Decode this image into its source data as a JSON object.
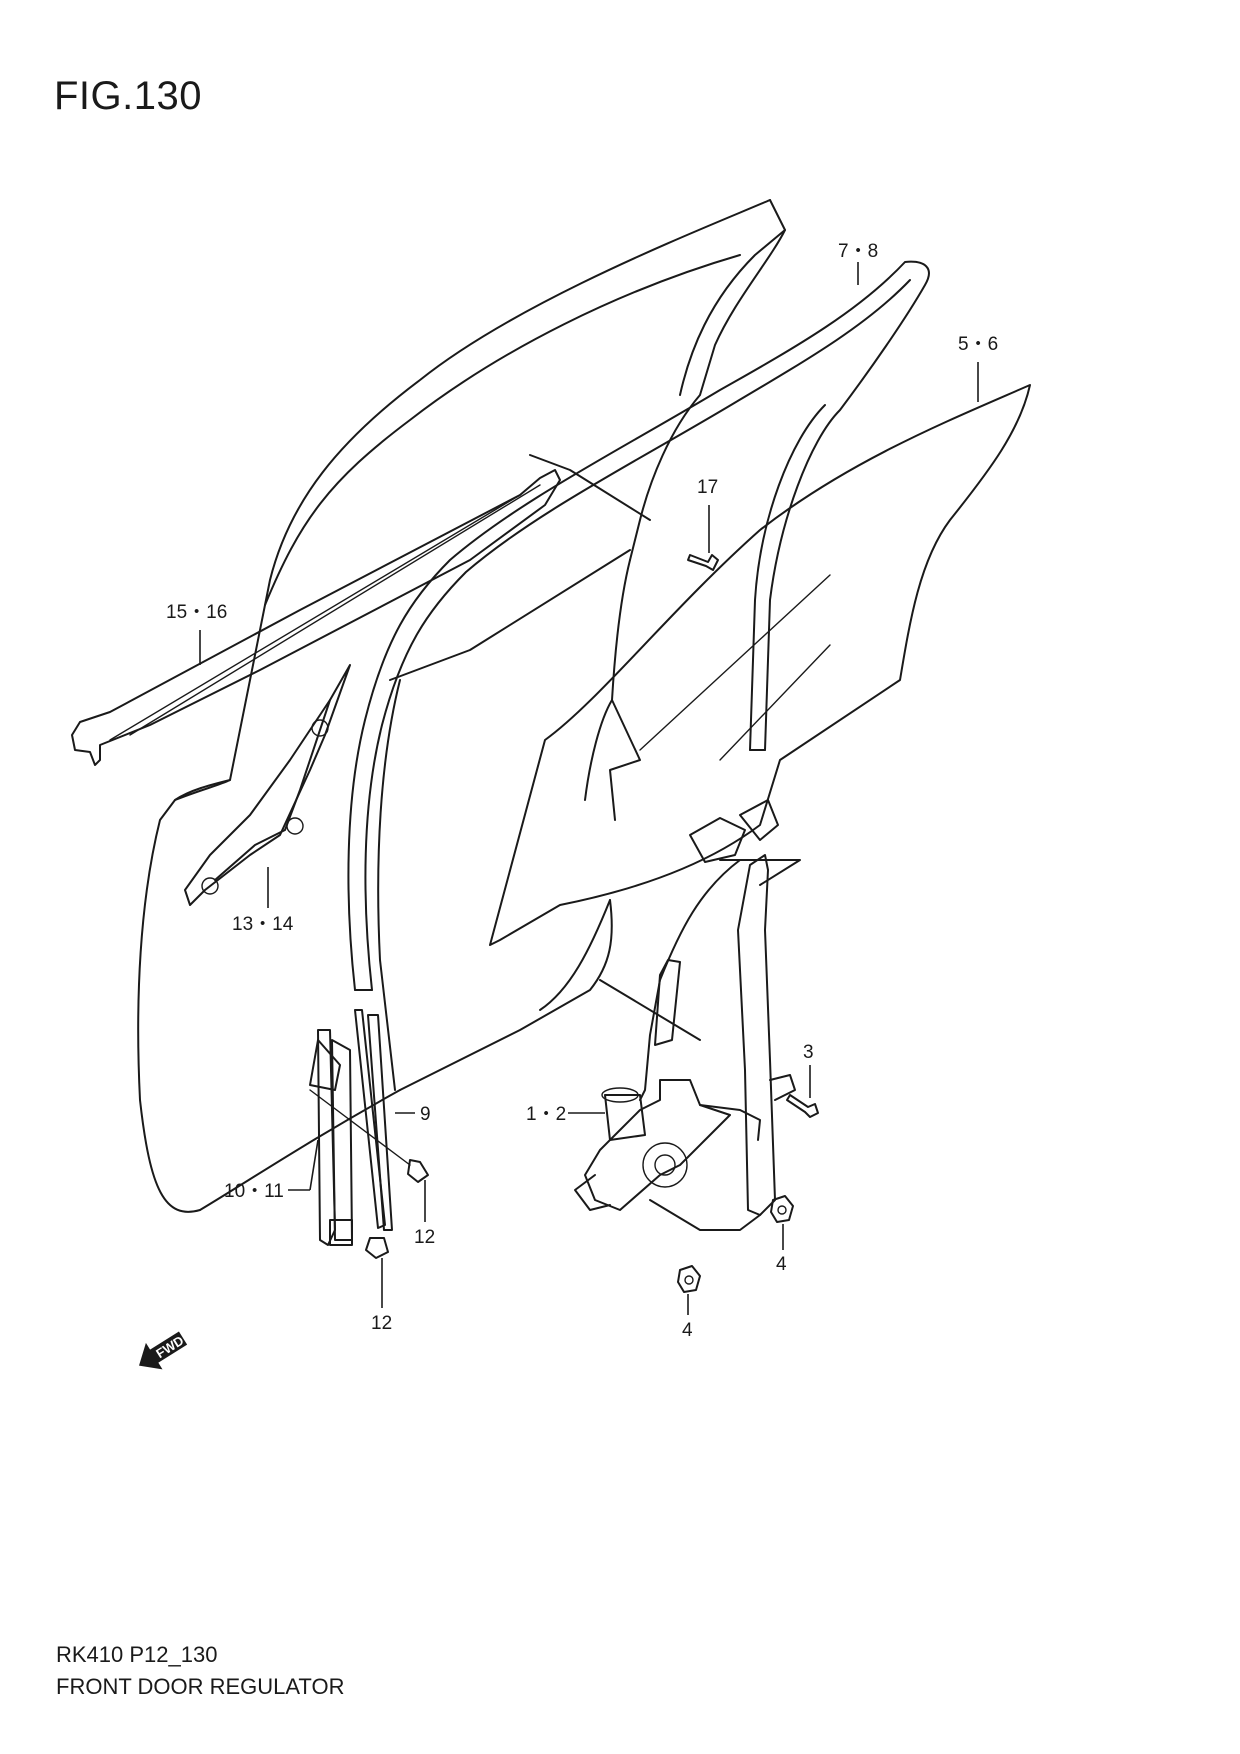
{
  "figure": {
    "title": "FIG.130",
    "model_code": "RK410 P12_130",
    "name": "FRONT DOOR REGULATOR"
  },
  "callouts": {
    "c_7_8": "7・8",
    "c_5_6": "5・6",
    "c_17": "17",
    "c_15_16": "15・16",
    "c_13_14": "13・14",
    "c_3": "3",
    "c_9": "9",
    "c_1_2": "1・2",
    "c_10_11": "10・11",
    "c_12a": "12",
    "c_12b": "12",
    "c_4a": "4",
    "c_4b": "4"
  },
  "fwd_label": "FWD"
}
